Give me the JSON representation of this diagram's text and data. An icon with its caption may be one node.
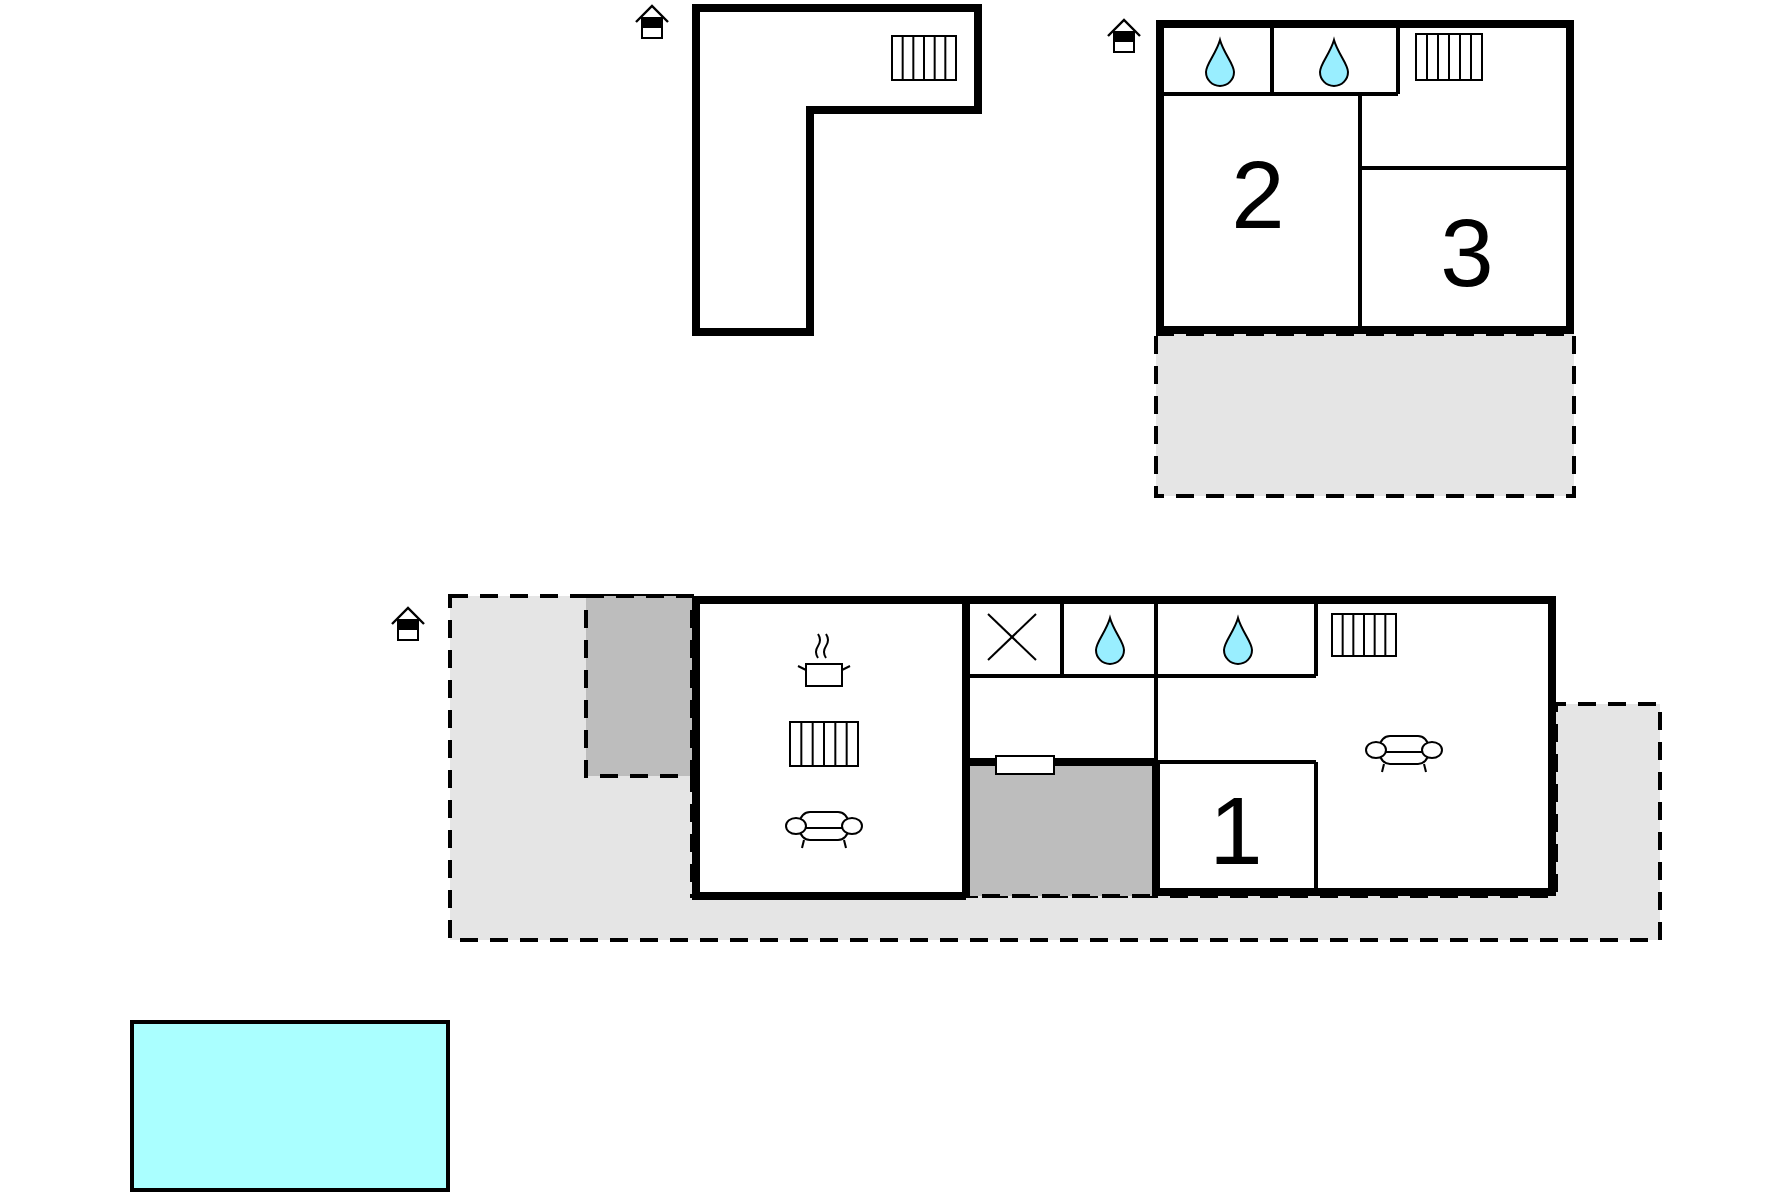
{
  "diagram": {
    "nodes": [
      {
        "text": [
          "2"
        ]
      },
      {
        "text": [
          "3"
        ]
      },
      {
        "text": [
          "1"
        ]
      }
    ]
  }
}
